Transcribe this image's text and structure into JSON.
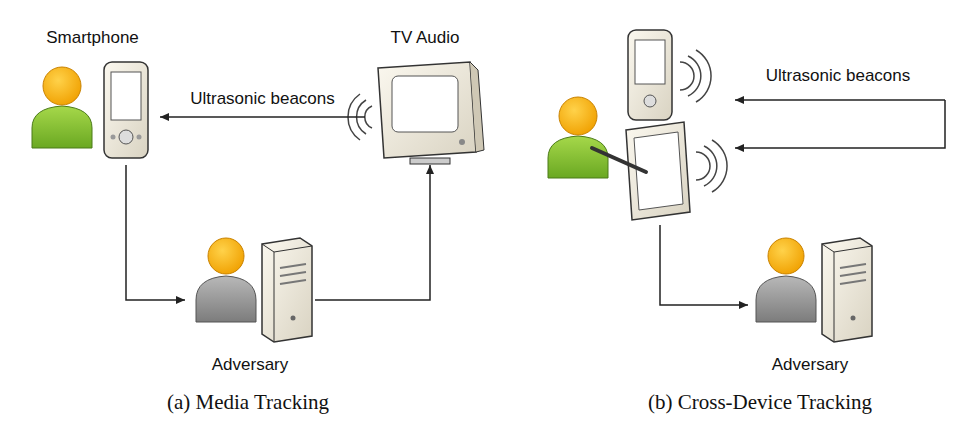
{
  "diagram": {
    "nodes": [
      {
        "text": [
          "Smartphone"
        ]
      },
      {
        "text": [
          "TV Audio"
        ]
      },
      {
        "text": [
          "Adversary"
        ]
      },
      {
        "text": [
          "Adversary"
        ]
      }
    ],
    "edges": [
      {
        "from": 1,
        "to": 0,
        "label": "Ultrasonic beacons",
        "arrow": "to"
      },
      {
        "from": 0,
        "to": 2,
        "arrow": "to"
      },
      {
        "from": 2,
        "to": 1,
        "arrow": "to"
      }
    ],
    "labels": [
      "Ultrasonic beacons",
      "(a) Media Tracking",
      "(b) Cross-Device Tracking"
    ]
  }
}
